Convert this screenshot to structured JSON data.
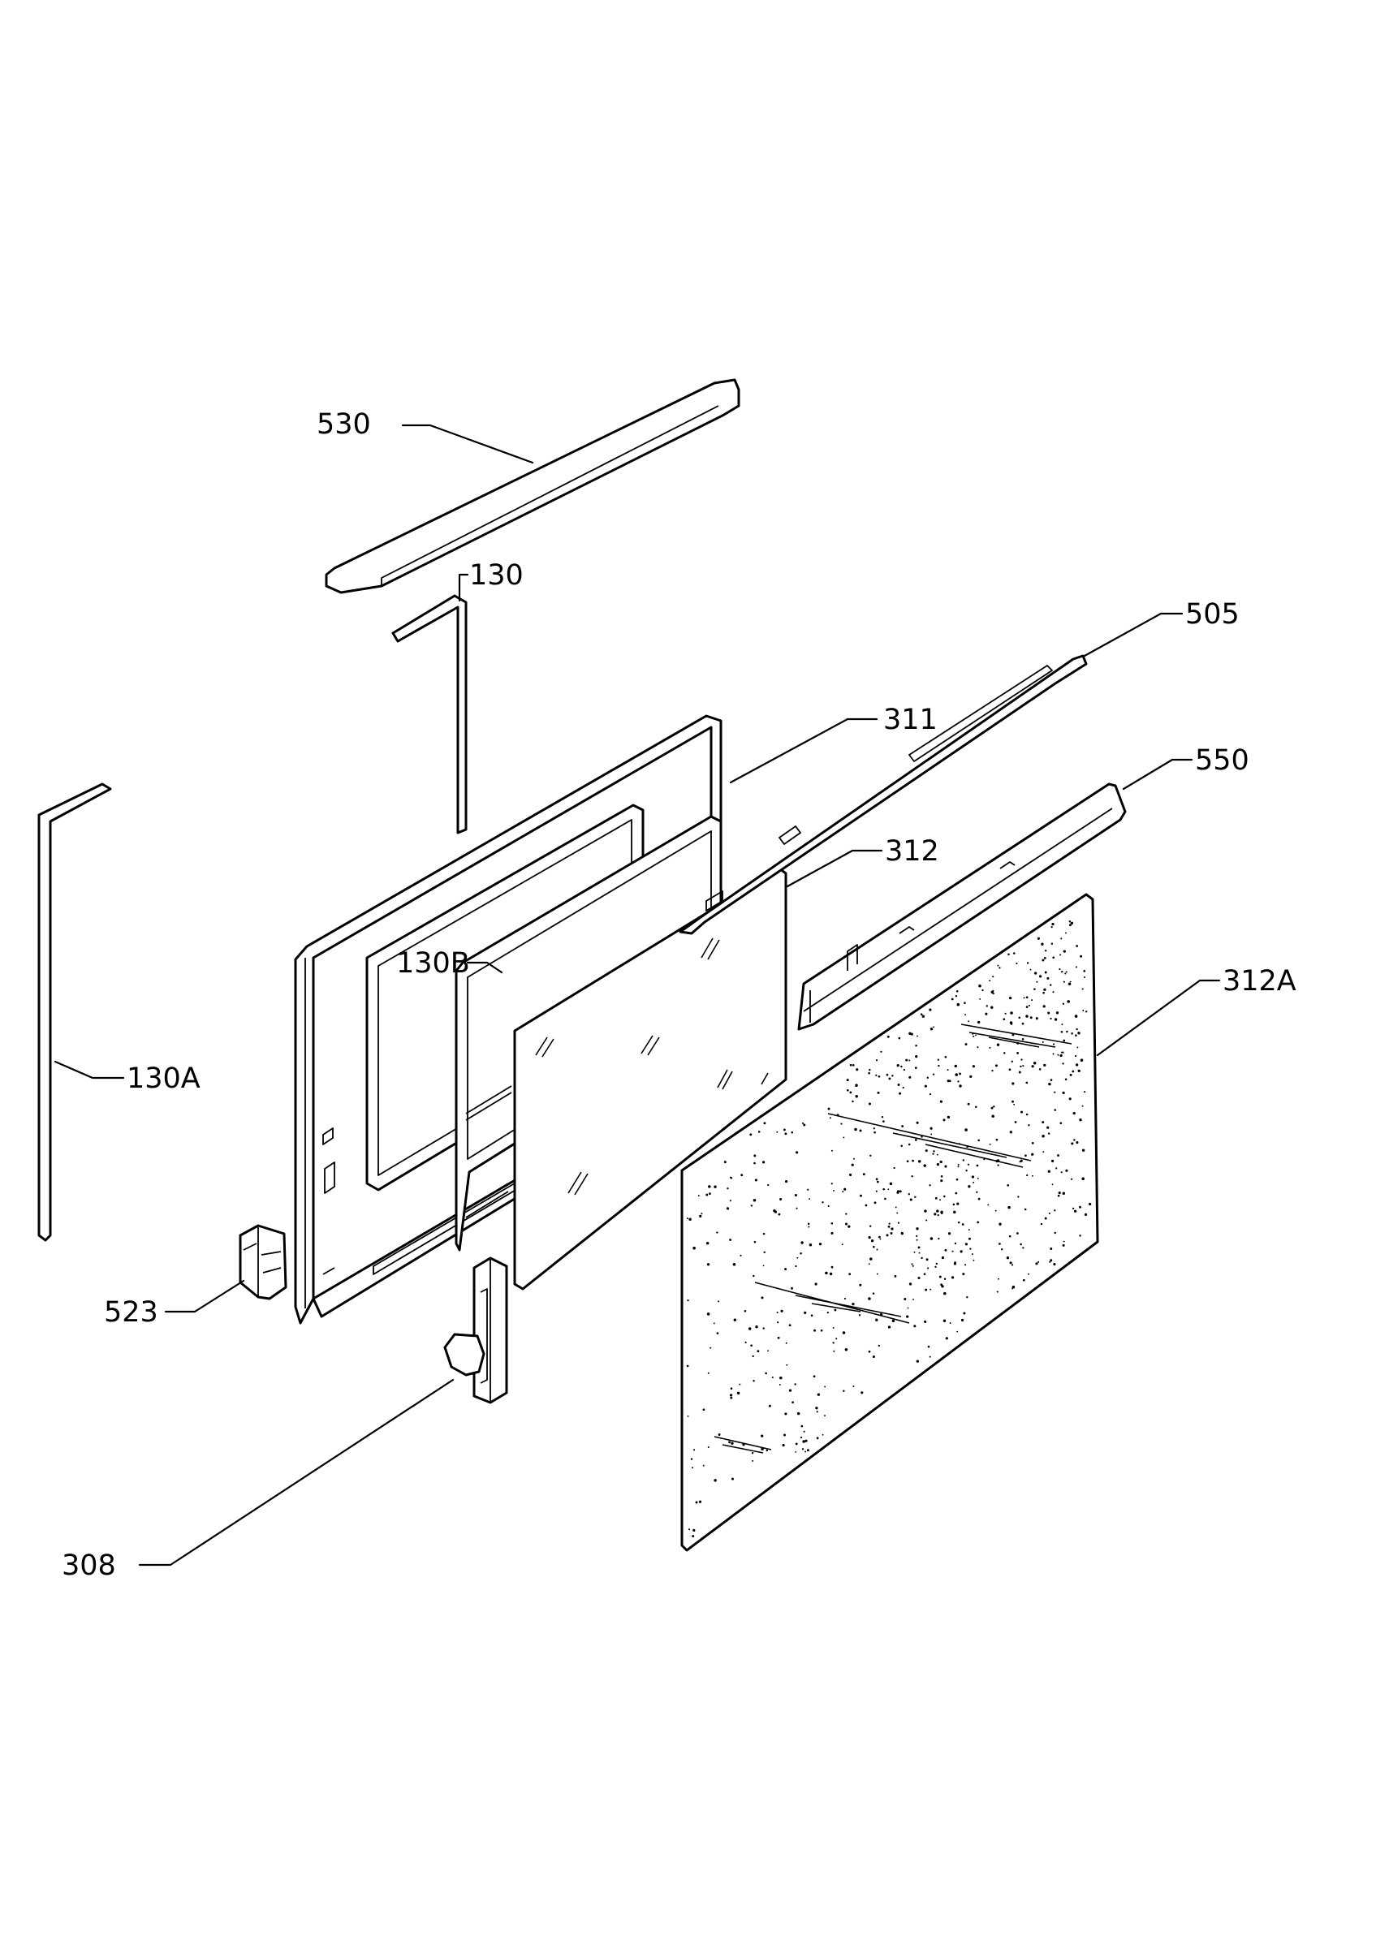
{
  "labels": {
    "p530": "530",
    "p130": "130",
    "p505": "505",
    "p311": "311",
    "p550": "550",
    "p312": "312",
    "p312A": "312A",
    "p130B": "130B",
    "p130A": "130A",
    "p523": "523",
    "p308": "308"
  }
}
